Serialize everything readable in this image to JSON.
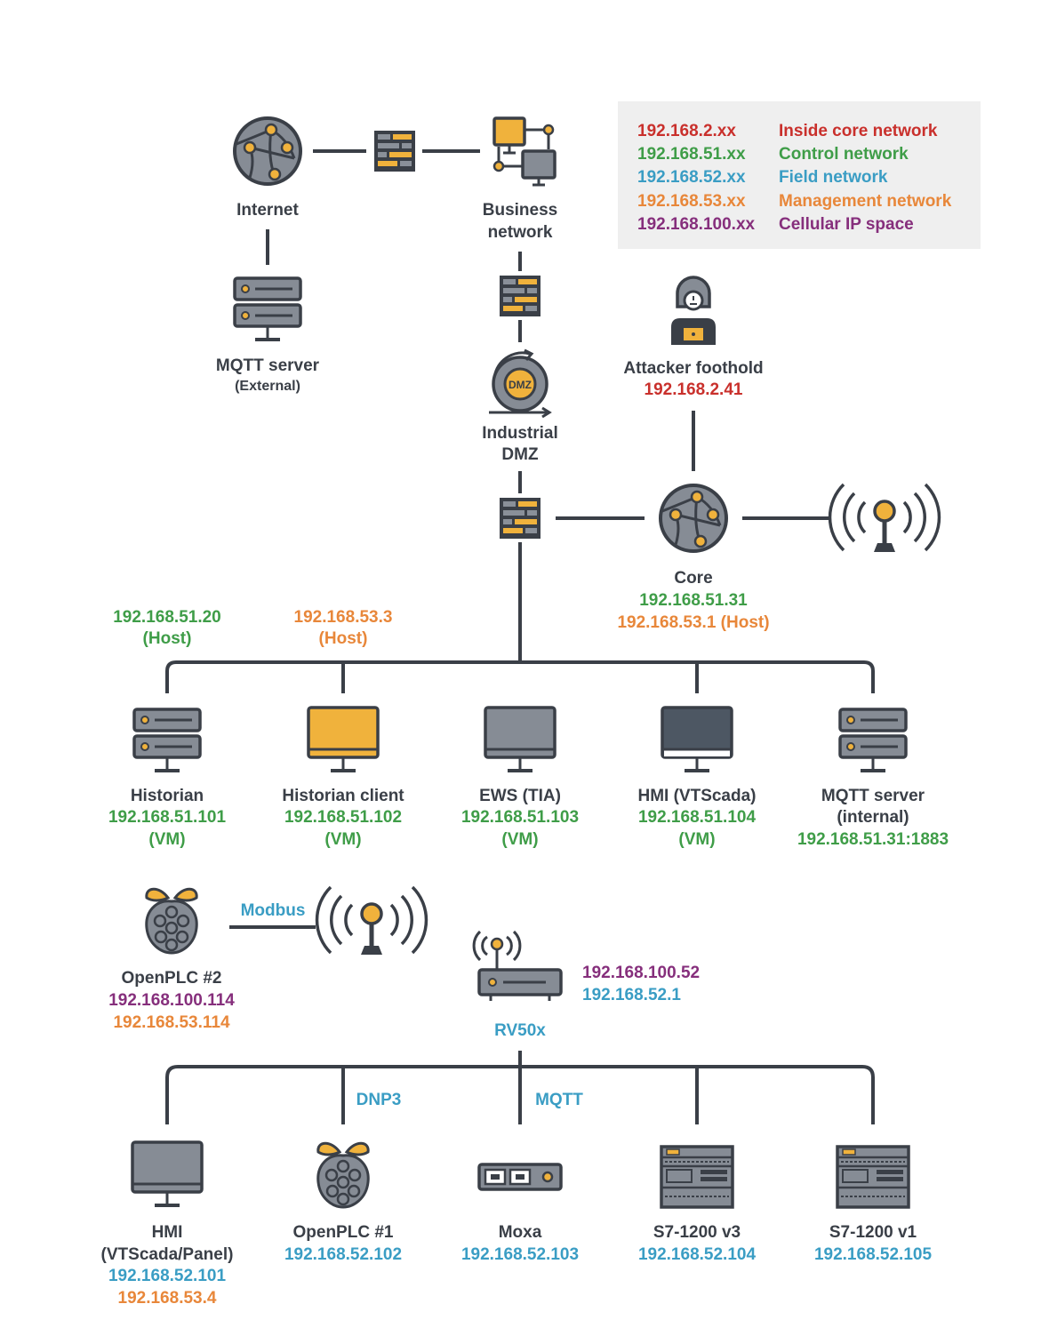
{
  "legend": [
    {
      "range": "192.168.2.xx",
      "label": "Inside core network",
      "color": "#c9302c"
    },
    {
      "range": "192.168.51.xx",
      "label": "Control network",
      "color": "#3f9d48"
    },
    {
      "range": "192.168.52.xx",
      "label": "Field network",
      "color": "#3a9dc4"
    },
    {
      "range": "192.168.53.xx",
      "label": "Management network",
      "color": "#e8873a"
    },
    {
      "range": "192.168.100.xx",
      "label": "Cellular IP space",
      "color": "#862f7c"
    }
  ],
  "nodes": {
    "internet": {
      "label": "Internet"
    },
    "business": {
      "line1": "Business",
      "line2": "network"
    },
    "mqtt_ext": {
      "label": "MQTT server",
      "sub": "(External)"
    },
    "dmz": {
      "line1": "Industrial",
      "line2": "DMZ",
      "badge": "DMZ"
    },
    "attacker": {
      "label": "Attacker foothold",
      "ip": "192.168.2.41"
    },
    "core": {
      "label": "Core",
      "ip1": "192.168.51.31",
      "ip2": "192.168.53.1 (Host)"
    },
    "host51": {
      "ip": "192.168.51.20",
      "sub": "(Host)"
    },
    "host53": {
      "ip": "192.168.53.3",
      "sub": "(Host)"
    },
    "historian": {
      "label": "Historian",
      "ip": "192.168.51.101",
      "sub": "(VM)"
    },
    "historian_client": {
      "label": "Historian client",
      "ip": "192.168.51.102",
      "sub": "(VM)"
    },
    "ews": {
      "label": "EWS (TIA)",
      "ip": "192.168.51.103",
      "sub": "(VM)"
    },
    "hmi_vtscada": {
      "label": "HMI (VTScada)",
      "ip": "192.168.51.104",
      "sub": "(VM)"
    },
    "mqtt_int": {
      "label": "MQTT server",
      "sub": "(internal)",
      "ip": "192.168.51.31:1883"
    },
    "openplc2": {
      "label": "OpenPLC #2",
      "ip1": "192.168.100.114",
      "ip2": "192.168.53.114"
    },
    "modbus": {
      "label": "Modbus"
    },
    "rv50x": {
      "label": "RV50x",
      "ip1": "192.168.100.52",
      "ip2": "192.168.52.1"
    },
    "dnp3": {
      "label": "DNP3"
    },
    "mqtt_link": {
      "label": "MQTT"
    },
    "hmi_panel": {
      "line1": "HMI",
      "line2": "(VTScada/Panel)",
      "ip1": "192.168.52.101",
      "ip2": "192.168.53.4"
    },
    "openplc1": {
      "label": "OpenPLC #1",
      "ip": "192.168.52.102"
    },
    "moxa": {
      "label": "Moxa",
      "ip": "192.168.52.103"
    },
    "s7v3": {
      "label": "S7-1200 v3",
      "ip": "192.168.52.104"
    },
    "s7v1": {
      "label": "S7-1200 v1",
      "ip": "192.168.52.105"
    }
  }
}
